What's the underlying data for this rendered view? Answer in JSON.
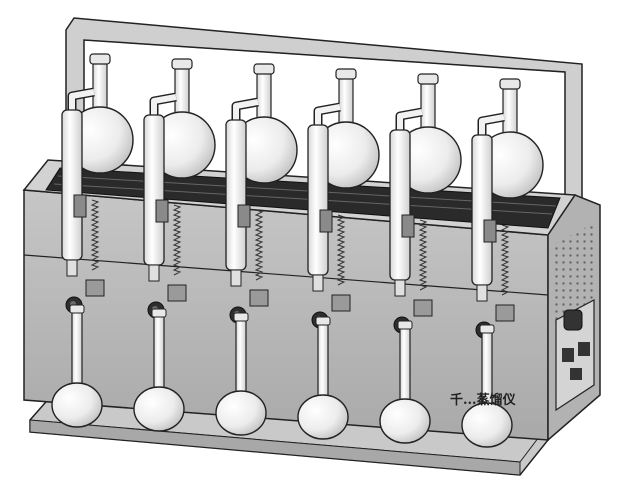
{
  "scene": {
    "background": "#ffffff",
    "outline_color": "#222222",
    "body_color": "#b9b9b9",
    "glass_color": "#f4f4f4"
  },
  "instrument": {
    "brand_label": "千...蒸馏仪",
    "unit_count": 6,
    "units": [
      {
        "id": "unit-1"
      },
      {
        "id": "unit-2"
      },
      {
        "id": "unit-3"
      },
      {
        "id": "unit-4"
      },
      {
        "id": "unit-5"
      },
      {
        "id": "unit-6"
      }
    ]
  }
}
